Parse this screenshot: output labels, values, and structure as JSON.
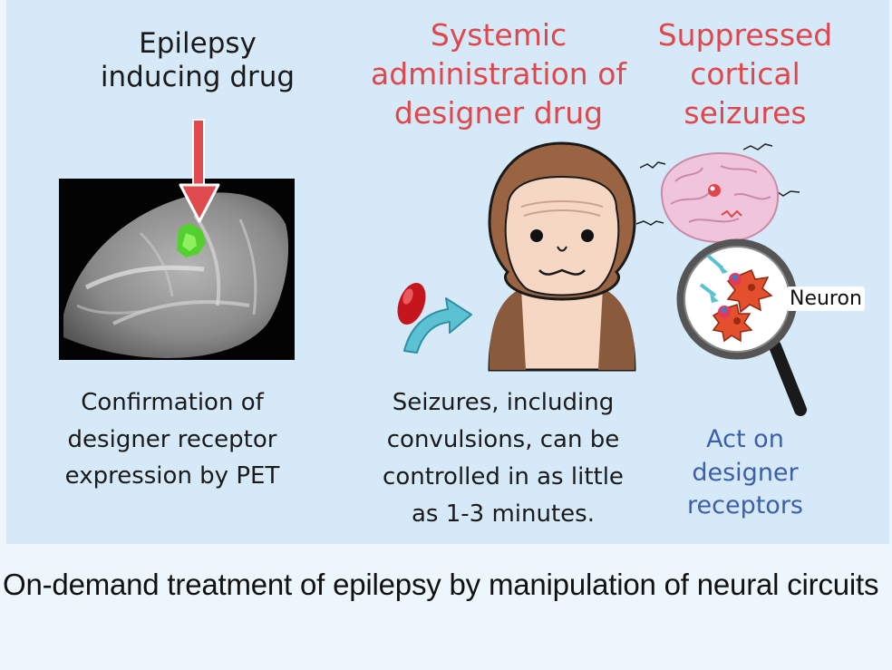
{
  "labels": {
    "epilepsy_drug": "Epilepsy inducing drug",
    "systemic_admin": "Systemic administration of designer drug",
    "suppressed": "Suppressed cortical seizures",
    "pet_caption": "Confirmation of designer receptor expression by PET",
    "seizure_caption": "Seizures, including convulsions, can be controlled in as little as 1-3 minutes.",
    "act_caption": "Act on designer receptors",
    "neuron": "Neuron"
  },
  "footer": "On-demand treatment of epilepsy by manipulation of neural circuits",
  "colors": {
    "panel_bg": "#d6e9f8",
    "page_bg": "#eef6fd",
    "red_text": "#e0474c",
    "blue_text": "#3d5fa8",
    "arrow_red": "#e04b4f",
    "pet_green": "#5ad42a"
  },
  "icons": [
    "pet-brain-scan",
    "red-down-arrow",
    "red-pill-icon",
    "curved-arrow-icon",
    "monkey-illustration",
    "brain-icon",
    "magnifier-icon",
    "neuron-cells"
  ]
}
